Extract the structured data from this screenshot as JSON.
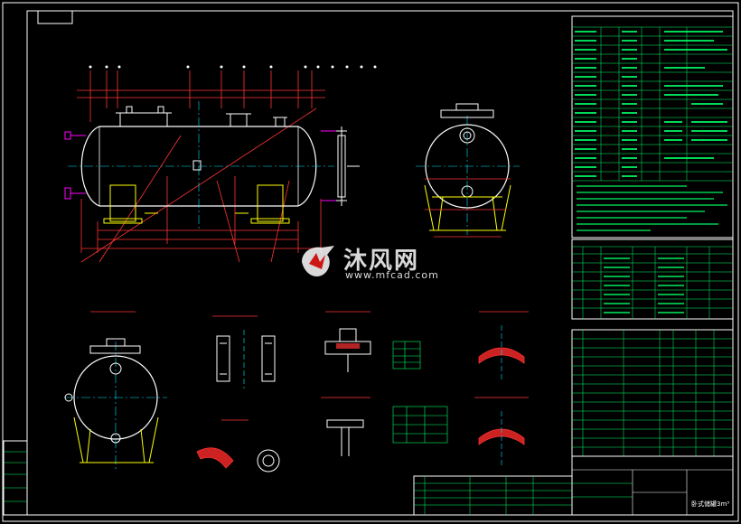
{
  "title_block": {
    "drawing_name": "卧式储罐3m³"
  },
  "watermark": {
    "brand": "沐风网",
    "url": "www.mfcad.com"
  },
  "colors": {
    "background": "#000000",
    "frame": "#ffffff",
    "vessel": "#ffffff",
    "dimension": "#ff0000",
    "centerline": "#00e5ff",
    "table_text": "#00ff66",
    "support": "#ffff00",
    "nozzle": "#ff00ff",
    "hatch": "#ff3333"
  }
}
